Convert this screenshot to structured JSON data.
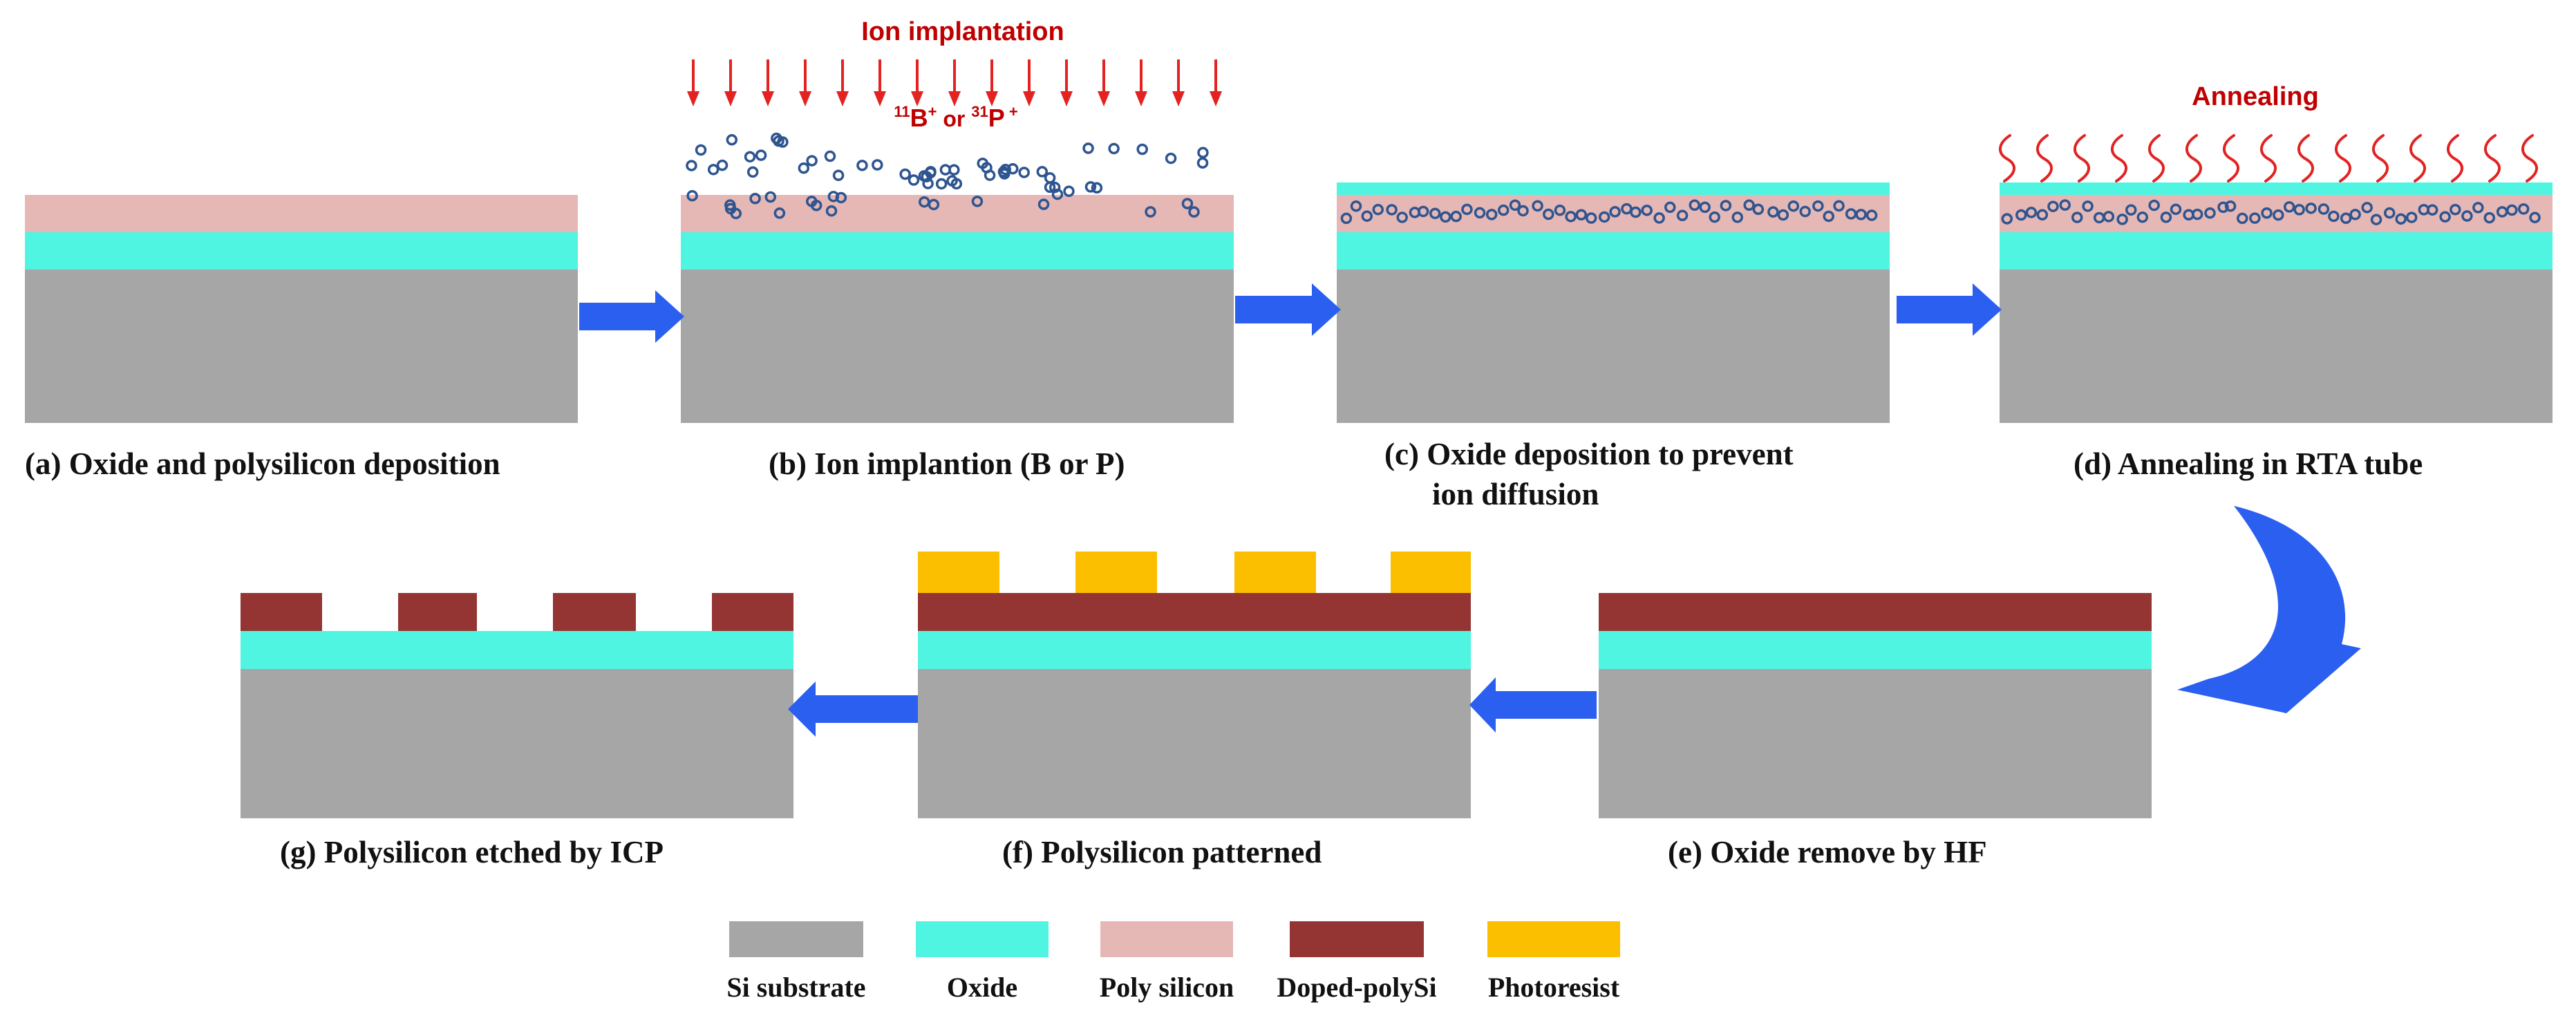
{
  "colors": {
    "si": "#a6a6a6",
    "oxide": "#50f5e2",
    "poly": "#e5b8b6",
    "doped": "#943533",
    "photoresist": "#fbbf00",
    "ion": "#2e5590",
    "arrow": "#2a5ff0",
    "red": "#e32222",
    "red_dark": "#c00000"
  },
  "steps": {
    "a": {
      "caption": "(a) Oxide and polysilicon deposition"
    },
    "b": {
      "caption": "(b) Ion implantion (B or P)",
      "title": "Ion  implantation",
      "species": {
        "m1": "11",
        "e1": "B",
        "s1": "+",
        "or": " or ",
        "m2": "31",
        "e2": "P",
        "s2": " +"
      }
    },
    "c": {
      "caption_1": "(c) Oxide deposition to prevent",
      "caption_2": "ion diffusion"
    },
    "d": {
      "caption": "(d)  Annealing in RTA tube",
      "title": "Annealing"
    },
    "e": {
      "caption": "(e)  Oxide remove by  HF"
    },
    "f": {
      "caption": "(f)  Polysilicon patterned"
    },
    "g": {
      "caption": "(g)  Polysilicon etched by ICP"
    }
  },
  "legend": [
    {
      "label": "Si substrate",
      "color_key": "si"
    },
    {
      "label": "Oxide",
      "color_key": "oxide"
    },
    {
      "label": "Poly silicon",
      "color_key": "poly"
    },
    {
      "label": "Doped-polySi",
      "color_key": "doped"
    },
    {
      "label": "Photoresist",
      "color_key": "photoresist"
    }
  ]
}
